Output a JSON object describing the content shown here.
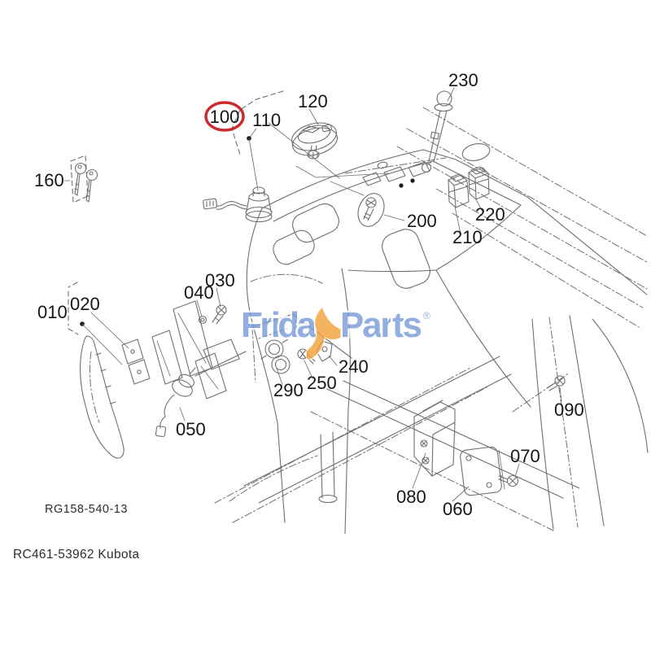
{
  "page": {
    "type": "exploded-parts-diagram",
    "background": "#ffffff",
    "line_color": "#6f6f6f",
    "label_color": "#161616"
  },
  "watermark": {
    "brand_left": "Frida",
    "brand_right": "Parts",
    "registered_mark": "®",
    "swoosh_icon": "orange-y-swoosh",
    "blue": "#7b9cd8",
    "orange": "#f2a33c"
  },
  "highlight": {
    "part": "100",
    "color": "#cc2a2a"
  },
  "part_labels": [
    {
      "id": "010"
    },
    {
      "id": "020"
    },
    {
      "id": "030"
    },
    {
      "id": "040"
    },
    {
      "id": "050"
    },
    {
      "id": "060"
    },
    {
      "id": "070"
    },
    {
      "id": "080"
    },
    {
      "id": "090"
    },
    {
      "id": "100",
      "highlighted": true
    },
    {
      "id": "110"
    },
    {
      "id": "120"
    },
    {
      "id": "160"
    },
    {
      "id": "200"
    },
    {
      "id": "210"
    },
    {
      "id": "220"
    },
    {
      "id": "230"
    },
    {
      "id": "240"
    },
    {
      "id": "250"
    },
    {
      "id": "290"
    }
  ],
  "footer": {
    "drawing_number": "RG158-540-13",
    "caption": "RC461-53962 Kubota"
  }
}
